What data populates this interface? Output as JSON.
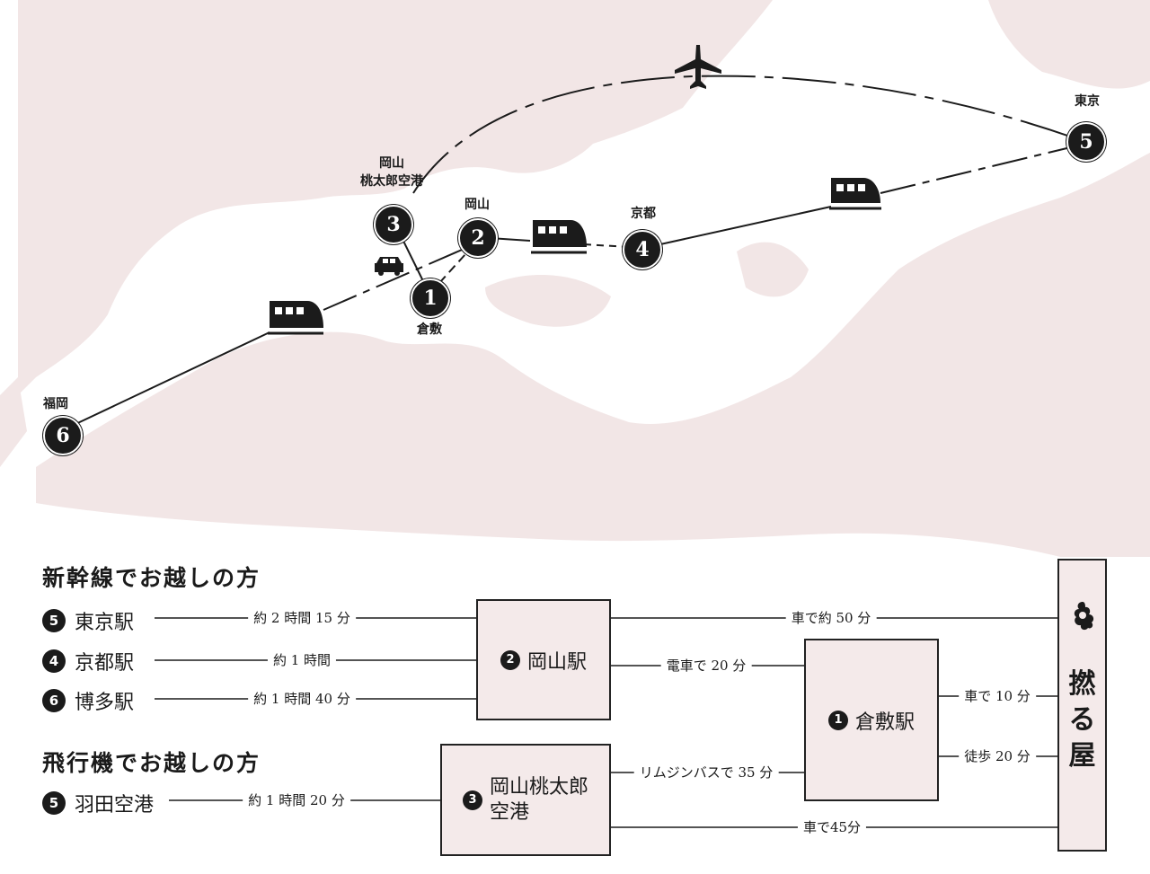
{
  "map": {
    "stations": [
      {
        "num": "1",
        "label": "倉敷"
      },
      {
        "num": "2",
        "label": "岡山"
      },
      {
        "num": "3",
        "label": "岡山\n桃太郎空港"
      },
      {
        "num": "4",
        "label": "京都"
      },
      {
        "num": "5",
        "label": "東京"
      },
      {
        "num": "6",
        "label": "福岡"
      }
    ],
    "icons": [
      "airplane-icon",
      "train-icon",
      "train-icon",
      "train-icon",
      "car-icon"
    ]
  },
  "shinkansen": {
    "title": "新幹線でお越しの方",
    "routes": [
      {
        "num": "5",
        "station": "東京駅",
        "duration": "約 2 時間 15 分"
      },
      {
        "num": "4",
        "station": "京都駅",
        "duration": "約 1 時間"
      },
      {
        "num": "6",
        "station": "博多駅",
        "duration": "約 1 時間 40 分"
      }
    ]
  },
  "airplane": {
    "title": "飛行機でお越しの方",
    "routes": [
      {
        "num": "5",
        "station": "羽田空港",
        "duration": "約 1 時間 20 分"
      }
    ]
  },
  "hubs": {
    "okayama": {
      "num": "2",
      "label": "岡山駅"
    },
    "kurashiki": {
      "num": "1",
      "label": "倉敷駅"
    },
    "airport": {
      "num": "3",
      "label": "岡山桃太郎\n空港"
    }
  },
  "links": {
    "okayama_to_dest": "車で約 50 分",
    "okayama_to_kurashiki": "電車で 20 分",
    "kurashiki_to_dest_car": "車で 10 分",
    "kurashiki_to_dest_walk": "徒歩 20 分",
    "airport_to_kurashiki": "リムジンバスで 35 分",
    "airport_to_dest": "車で45分"
  },
  "destination": {
    "name": "撚る屋",
    "logo": "ryokan-logo-icon"
  },
  "colors": {
    "land": "#f2e6e6",
    "box": "#f4eaea",
    "ink": "#1b1b1b"
  }
}
